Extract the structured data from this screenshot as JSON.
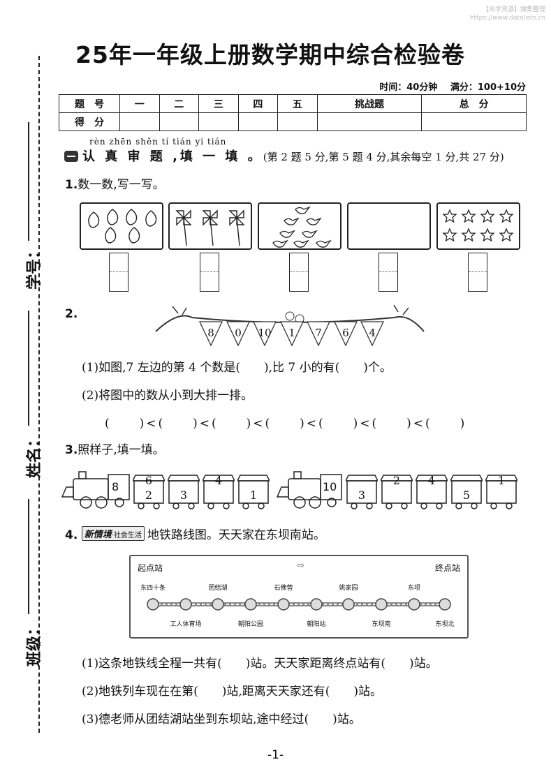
{
  "watermark": {
    "line1": "【尚学资源】搜集整理",
    "line2": "https://www.datalists.cn"
  },
  "title": "25年一年级上册数学期中综合检验卷",
  "meta": {
    "time": "时间：40分钟",
    "score": "满分：100+10分"
  },
  "score_table": {
    "row1": [
      "题　号",
      "一",
      "二",
      "三",
      "四",
      "五",
      "挑战题",
      "总　分"
    ],
    "row2_label": "得　分"
  },
  "sidebar": {
    "student_id": "学号：",
    "name": "姓名：",
    "class": "班级："
  },
  "section1": {
    "pinyin": "rèn zhēn shěn  tí    tián  yi  tián",
    "title": "认 真 审 题 ,填 一 填 。",
    "note": "(第 2 题 5 分,第 5 题 4 分,其余每空 1 分,共 27 分)"
  },
  "q1": {
    "num": "1.",
    "text": "数一数,写一写。"
  },
  "q2": {
    "num": "2.",
    "flags": [
      "8",
      "0",
      "10",
      "1",
      "7",
      "6",
      "4"
    ],
    "sub1": "(1)如图,7 左边的第 4 个数是(　　),比 7 小的有(　　)个。",
    "sub2": "(2)将图中的数从小到大排一排。",
    "sequence": "(　　)<(　　)<(　　)<(　　)<(　　)<(　　)<(　　)"
  },
  "q3": {
    "num": "3.",
    "text": "照样子,填一填。",
    "train1": {
      "engine": "8",
      "cars": [
        {
          "top": "6",
          "bot": "2"
        },
        {
          "top": "",
          "bot": "3"
        },
        {
          "top": "4",
          "bot": ""
        },
        {
          "top": "",
          "bot": "1"
        }
      ]
    },
    "train2": {
      "engine": "10",
      "cars": [
        {
          "top": "",
          "bot": "3"
        },
        {
          "top": "2",
          "bot": ""
        },
        {
          "top": "4",
          "bot": ""
        },
        {
          "top": "",
          "bot": "5"
        },
        {
          "top": "1",
          "bot": ""
        }
      ]
    }
  },
  "q4": {
    "num": "4.",
    "tag_new": "新情境",
    "tag_life": "·社会生活",
    "text": "地铁路线图。天天家在东坝南站。",
    "start": "起点站",
    "end": "终点站",
    "arrow": "⇨",
    "stations_top": [
      "东四十条",
      "团结湖",
      "石佛营",
      "姚家园",
      "东坝"
    ],
    "stations_bottom": [
      "工人体育场",
      "朝阳公园",
      "朝阳站",
      "东坝南",
      "东坝北"
    ],
    "sub1": "(1)这条地铁线全程一共有(　　)站。天天家距离终点站有(　　)站。",
    "sub2": "(2)地铁列车现在在第(　　)站,距离天天家还有(　　)站。",
    "sub3": "(3)德老师从团结湖站坐到东坝站,途中经过(　　)站。"
  },
  "page_number": "-1-"
}
